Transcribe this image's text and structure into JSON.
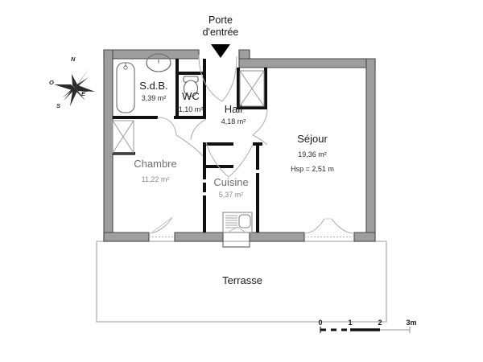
{
  "document": {
    "type": "floor-plan",
    "title": "Plan d'appartement",
    "background_color": "#ffffff",
    "wall_fill_color": "#9e9e9e",
    "wall_stroke_color": "#4a4a4a",
    "partition_color": "#000000",
    "text_color": "#1a1a1a"
  },
  "entry": {
    "label_line1": "Porte",
    "label_line2": "d'entrée",
    "marker": "down-arrow-marker"
  },
  "compass": {
    "north": "N",
    "east": "E",
    "south": "S",
    "west": "O"
  },
  "rooms": [
    {
      "id": "sdb",
      "name": "S.d.B.",
      "area": "3,39 m²",
      "extra": ""
    },
    {
      "id": "wc",
      "name": "WC",
      "area": "1,10 m²",
      "extra": ""
    },
    {
      "id": "hall",
      "name": "Hall",
      "area": "4,18 m²",
      "extra": ""
    },
    {
      "id": "sejour",
      "name": "Séjour",
      "area": "19,36 m²",
      "extra": "Hsp = 2,51 m"
    },
    {
      "id": "chambre",
      "name": "Chambre",
      "area": "11,22 m²",
      "extra": ""
    },
    {
      "id": "cuisine",
      "name": "Cuisine",
      "area": "5,37 m²",
      "extra": ""
    },
    {
      "id": "terrasse",
      "name": "Terrasse",
      "area": "",
      "extra": ""
    }
  ],
  "scale_bar": {
    "ticks": [
      "0",
      "1",
      "2",
      "3m"
    ],
    "unit": "m"
  }
}
